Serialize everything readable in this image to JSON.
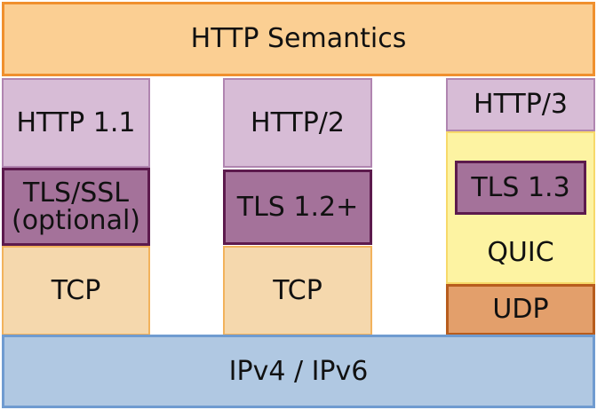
{
  "layers": {
    "http_semantics": "HTTP Semantics",
    "ip": "IPv4 / IPv6"
  },
  "columns": [
    {
      "application": "HTTP 1.1",
      "security": "TLS/SSL\n(optional)",
      "transport": "TCP"
    },
    {
      "application": "HTTP/2",
      "security": "TLS 1.2+",
      "transport": "TCP"
    },
    {
      "application": "HTTP/3",
      "security": "TLS 1.3",
      "transport": "QUIC",
      "network": "UDP"
    }
  ],
  "colors": {
    "http_semantics_fill": "#fbcf93",
    "http_semantics_border": "#f0902e",
    "ip_fill": "#b0c8e2",
    "application_fill": "#d7bcd6",
    "security_fill": "#a4729a",
    "security_border": "#5c1a4d",
    "transport_fill": "#f5d8ad",
    "quic_fill": "#fdf3a2",
    "udp_fill": "#e39f6b"
  }
}
